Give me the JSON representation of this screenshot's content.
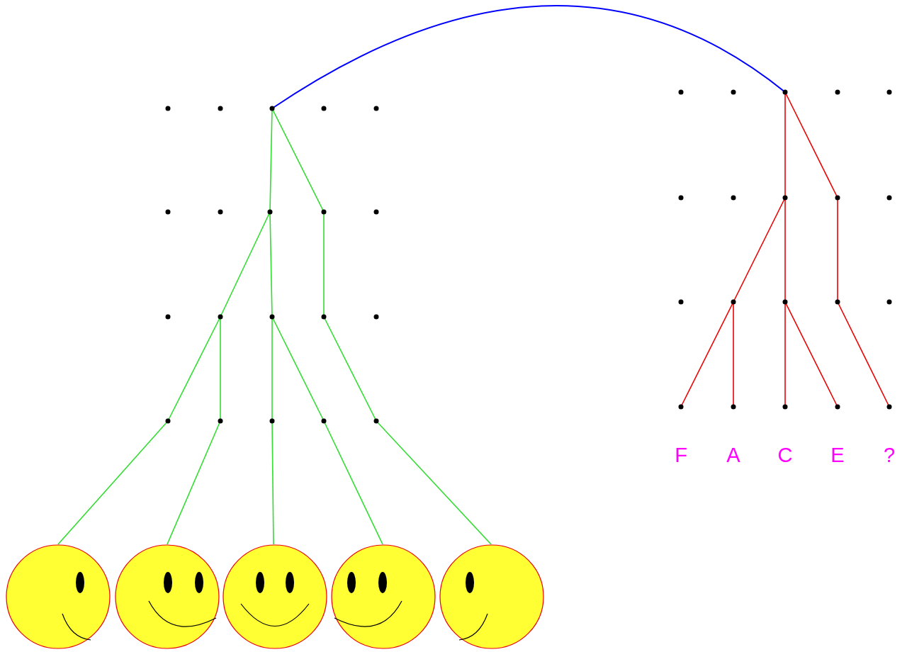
{
  "diagram": {
    "labels": [
      "F",
      "A",
      "C",
      "E",
      "?"
    ]
  }
}
